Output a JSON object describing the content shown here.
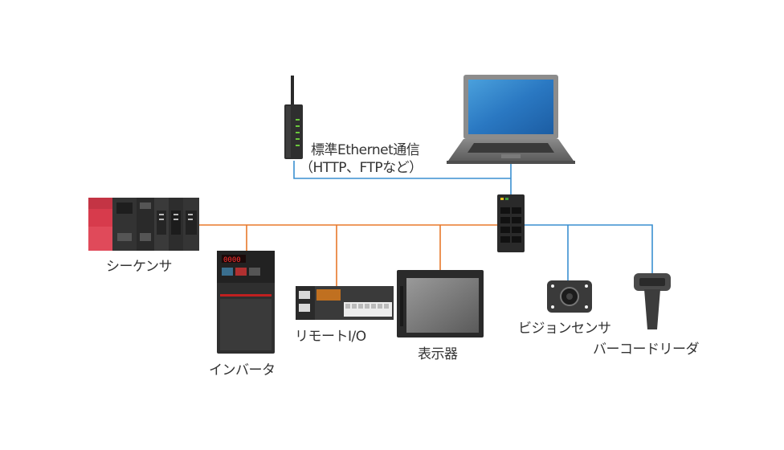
{
  "colors": {
    "ethernet_line": "#3a8fd0",
    "fieldbus_line": "#e8782a",
    "label_text": "#333333"
  },
  "network_label": {
    "line1": "標準Ethernet通信",
    "line2": "（HTTP、FTPなど）"
  },
  "devices": {
    "plc": "シーケンサ",
    "inverter": "インバータ",
    "remote_io": "リモートI/O",
    "display": "表示器",
    "vision_sensor": "ビジョンセンサ",
    "barcode_reader": "バーコードリーダ",
    "laptop": "",
    "router": "",
    "switch": ""
  },
  "inverter_display": "0000"
}
